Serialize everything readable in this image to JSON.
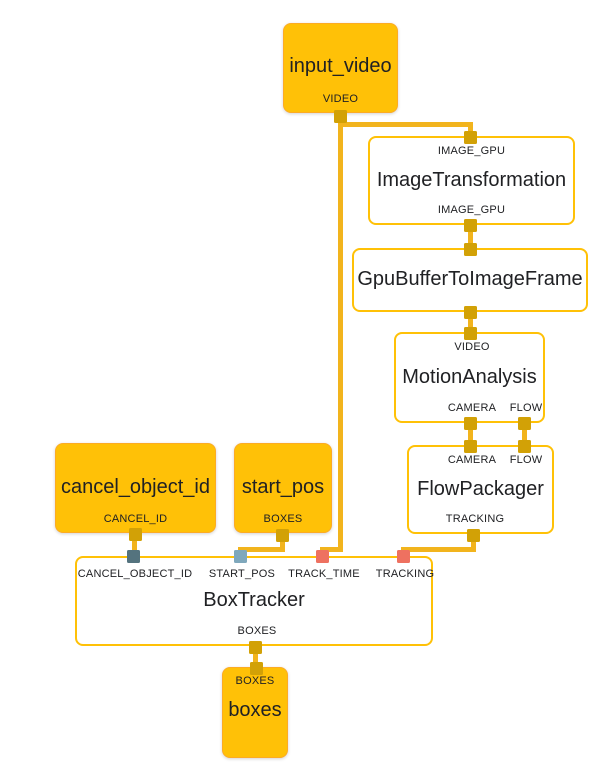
{
  "colors": {
    "node_fill_orange": "#FFC107",
    "node_border_amber": "#FFC107",
    "edge_amber": "#F2B41D",
    "port_amber": "#D2A106",
    "port_dark_slate": "#54737E",
    "port_light_blue": "#7FA8BC",
    "port_salmon": "#EE7160",
    "text": "#202124",
    "background": "#FFFFFF"
  },
  "diagram": {
    "nodes": {
      "input_video": {
        "title": "input_video",
        "output_labels": [
          "VIDEO"
        ]
      },
      "image_transformation": {
        "title": "ImageTransformation",
        "input_labels": [
          "IMAGE_GPU"
        ],
        "output_labels": [
          "IMAGE_GPU"
        ]
      },
      "gpu_buffer_to_image_frame": {
        "title": "GpuBufferToImageFrame",
        "input_labels": [],
        "output_labels": []
      },
      "motion_analysis": {
        "title": "MotionAnalysis",
        "input_labels": [
          "VIDEO"
        ],
        "output_labels": [
          "CAMERA",
          "FLOW"
        ]
      },
      "flow_packager": {
        "title": "FlowPackager",
        "input_labels": [
          "CAMERA",
          "FLOW"
        ],
        "output_labels": [
          "TRACKING"
        ]
      },
      "cancel_object_id": {
        "title": "cancel_object_id",
        "output_labels": [
          "CANCEL_ID"
        ]
      },
      "start_pos": {
        "title": "start_pos",
        "output_labels": [
          "BOXES"
        ]
      },
      "box_tracker": {
        "title": "BoxTracker",
        "input_labels": [
          "CANCEL_OBJECT_ID",
          "START_POS",
          "TRACK_TIME",
          "TRACKING"
        ],
        "output_labels": [
          "BOXES"
        ]
      },
      "boxes": {
        "title": "boxes",
        "input_labels": [
          "BOXES"
        ]
      }
    },
    "edges": [
      {
        "from": "input_video.VIDEO",
        "to": "image_transformation.IMAGE_GPU"
      },
      {
        "from": "input_video.VIDEO",
        "to": "box_tracker.TRACK_TIME"
      },
      {
        "from": "image_transformation.IMAGE_GPU",
        "to": "gpu_buffer_to_image_frame"
      },
      {
        "from": "gpu_buffer_to_image_frame",
        "to": "motion_analysis.VIDEO"
      },
      {
        "from": "motion_analysis.CAMERA",
        "to": "flow_packager.CAMERA"
      },
      {
        "from": "motion_analysis.FLOW",
        "to": "flow_packager.FLOW"
      },
      {
        "from": "flow_packager.TRACKING",
        "to": "box_tracker.TRACKING"
      },
      {
        "from": "cancel_object_id.CANCEL_ID",
        "to": "box_tracker.CANCEL_OBJECT_ID"
      },
      {
        "from": "start_pos.BOXES",
        "to": "box_tracker.START_POS"
      },
      {
        "from": "box_tracker.BOXES",
        "to": "boxes.BOXES"
      }
    ]
  }
}
